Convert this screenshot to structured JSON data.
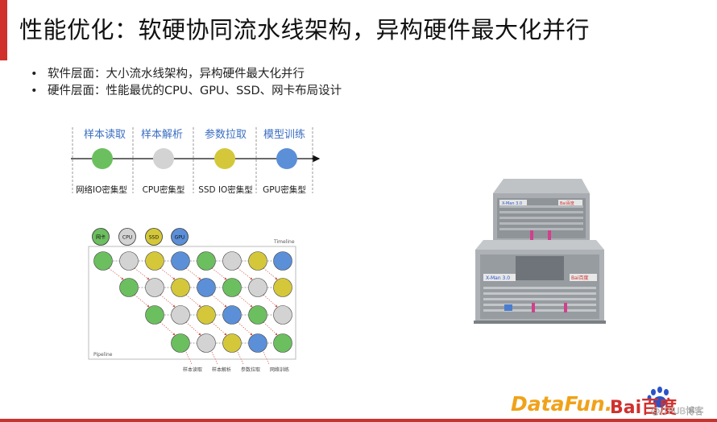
{
  "title": "性能优化：软硬协同流水线架构，异构硬件最大化并行",
  "bullets": [
    "软件层面：大小流水线架构，异构硬件最大化并行",
    "硬件层面：性能最优的CPU、GPU、SSD、网卡布局设计"
  ],
  "stages": [
    {
      "title": "样本读取",
      "type": "网络IO密集型",
      "color": "#6cbf5f"
    },
    {
      "title": "样本解析",
      "type": "CPU密集型",
      "color": "#d3d3d3"
    },
    {
      "title": "参数拉取",
      "type": "SSD IO密集型",
      "color": "#d4c83a"
    },
    {
      "title": "模型训练",
      "type": "GPU密集型",
      "color": "#5b8fd8"
    }
  ],
  "legend": [
    {
      "label": "网卡",
      "color": "#6cbf5f"
    },
    {
      "label": "CPU",
      "color": "#d3d3d3"
    },
    {
      "label": "SSD",
      "color": "#d4c83a"
    },
    {
      "label": "GPU",
      "color": "#5b8fd8"
    }
  ],
  "pipeline": {
    "timeline_label": "Timeline",
    "pipeline_label": "Pipeline",
    "bottom_labels": [
      "样本读取",
      "样本解析",
      "参数拉取",
      "网络训练"
    ]
  },
  "server": {
    "top_label": "X-Man 3.0",
    "bottom_label": "X-Man 3.0",
    "brand": "Bai百度"
  },
  "logos": {
    "datafun": "DataFun.",
    "baidu": "Bai百度",
    "watermark": "@ITPUB博客"
  },
  "colors": {
    "accent": "#d0312d",
    "stage_title": "#3a6ec2",
    "datafun_orange": "#f0a21a",
    "baidu_red": "#d0312d",
    "baidu_blue": "#2a53c8"
  }
}
